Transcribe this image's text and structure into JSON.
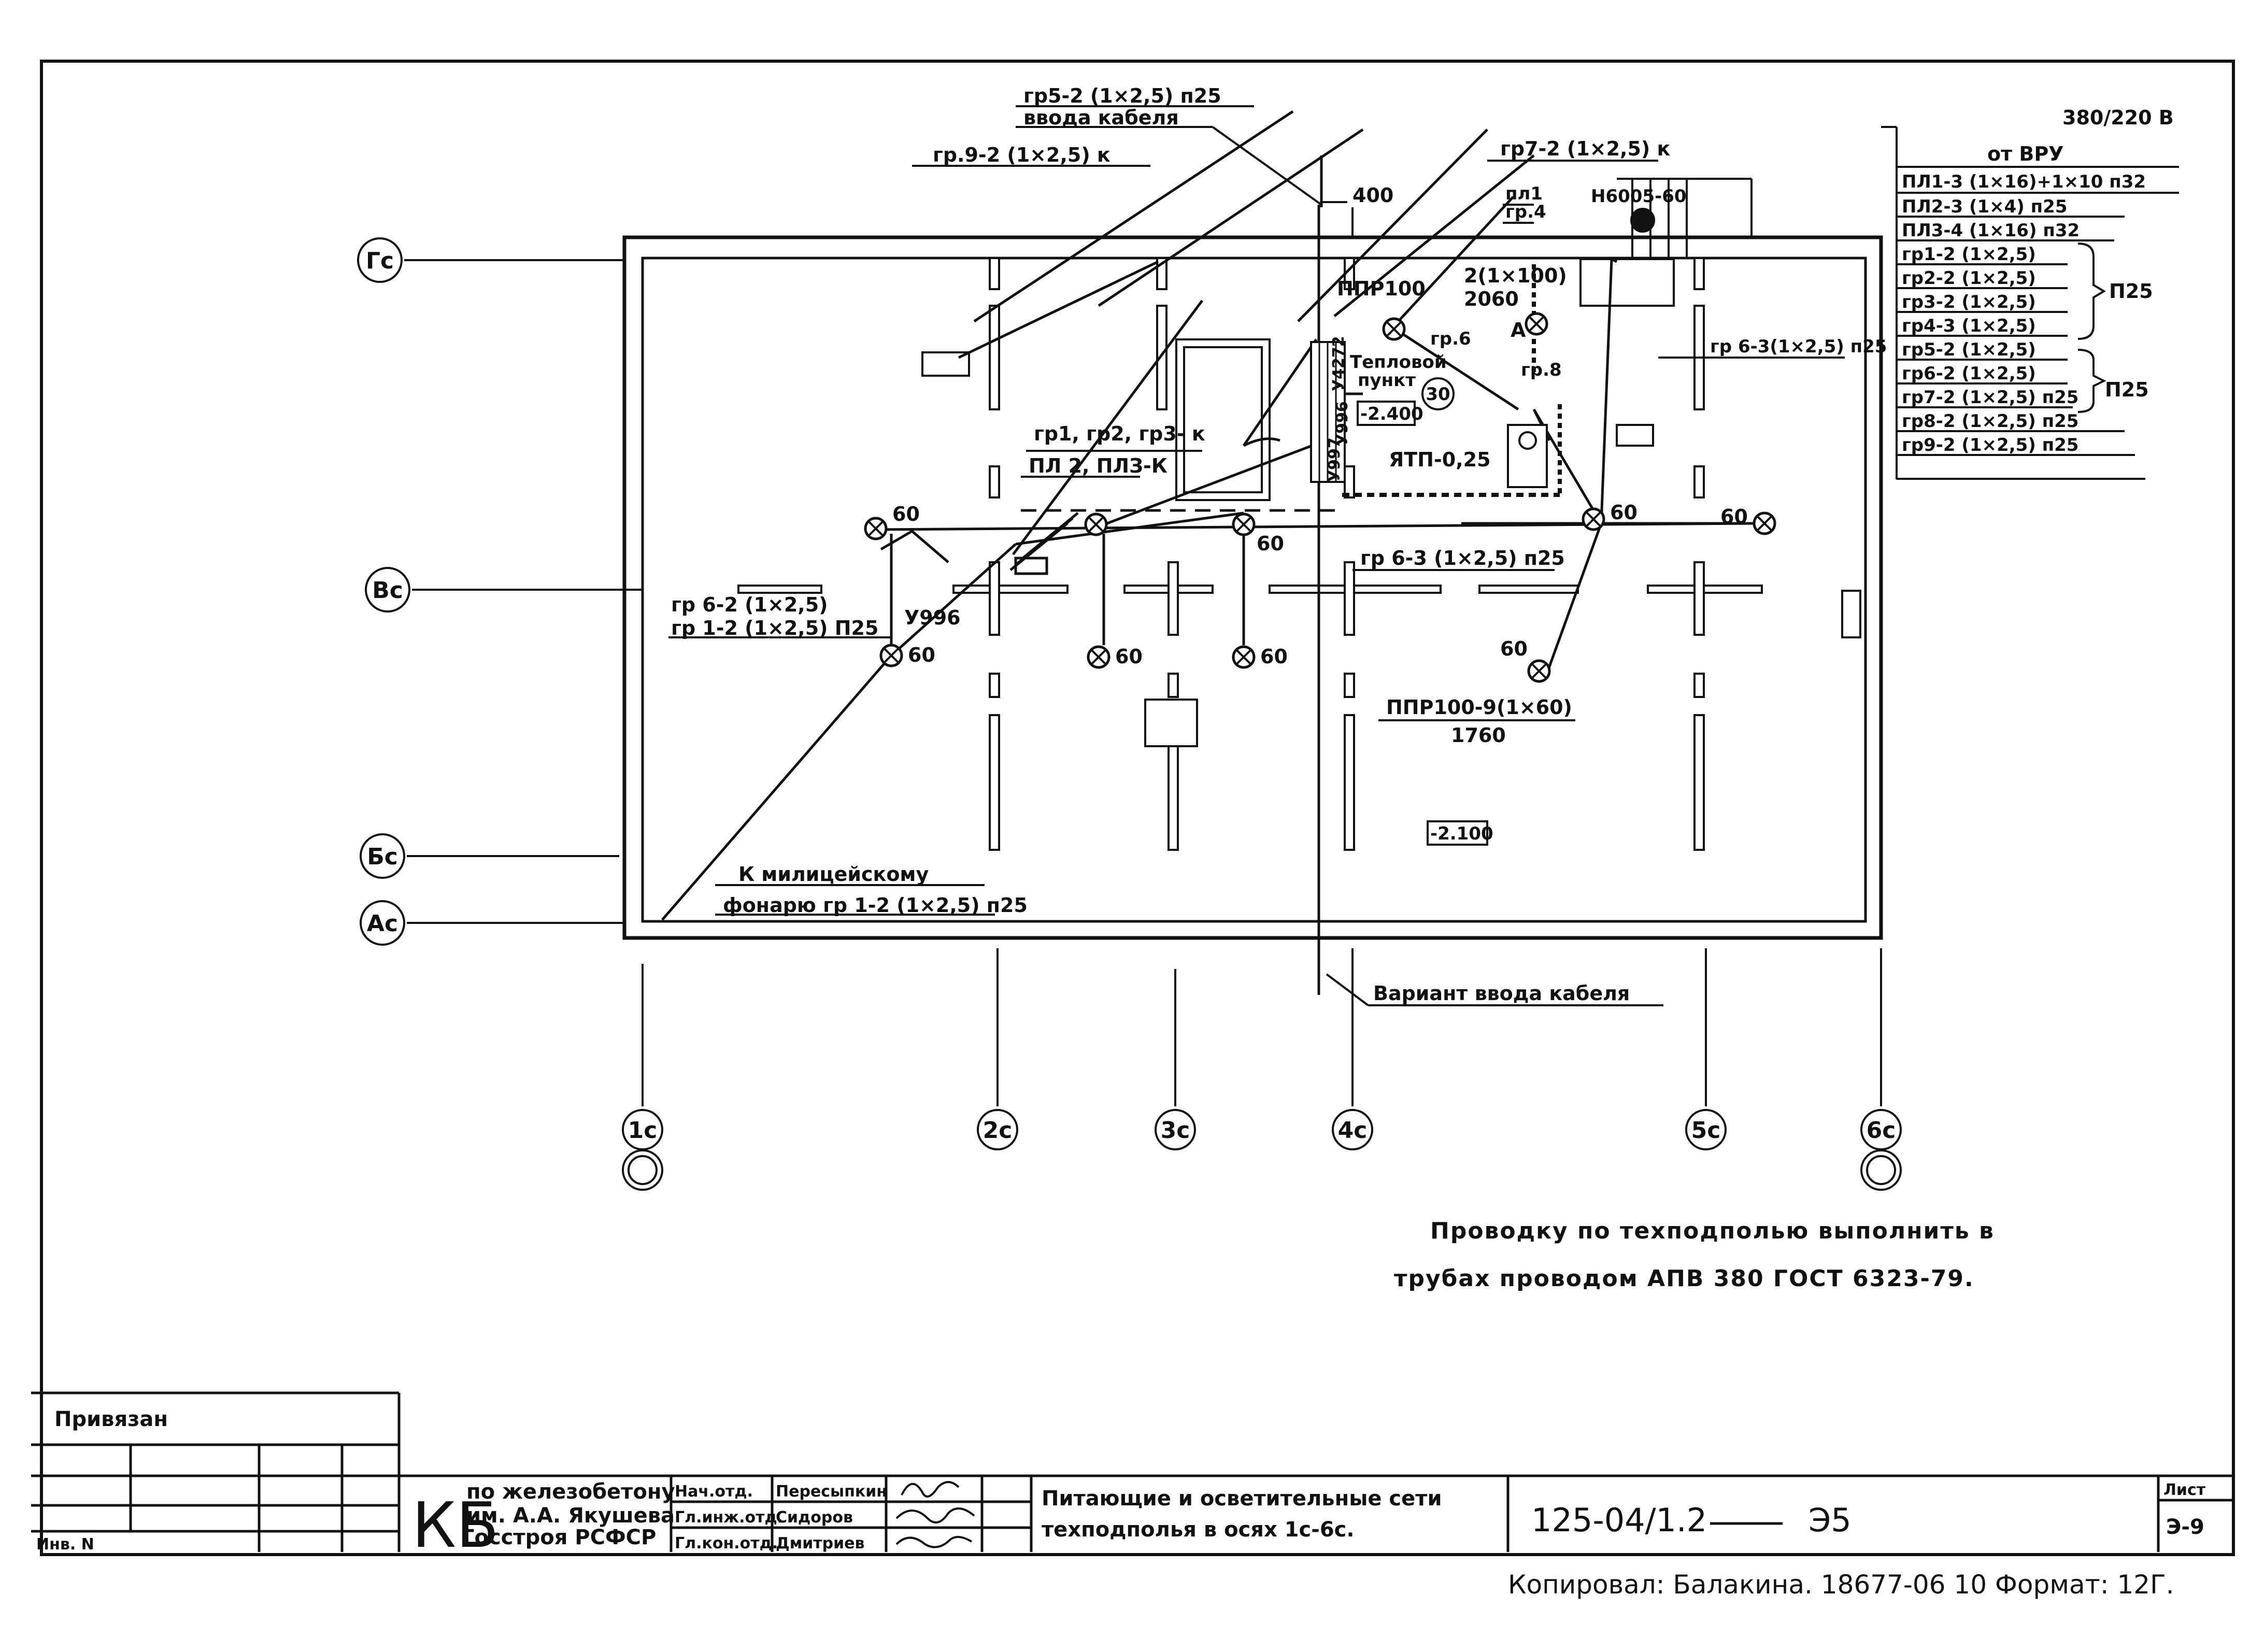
{
  "voltage": "380/220 В",
  "legend": {
    "from_vru": "от ВРУ",
    "rows": [
      "ПЛ1-3 (1×16)+1×10 п32",
      "ПЛ2-3 (1×4) п25",
      "ПЛ3-4 (1×16) п32",
      "гр1-2 (1×2,5)",
      "гр2-2 (1×2,5)",
      "гр3-2 (1×2,5)",
      "гр4-3 (1×2,5)",
      "гр5-2 (1×2,5)",
      "гр6-2 (1×2,5)",
      "гр7-2 (1×2,5) п25",
      "гр8-2 (1×2,5) п25",
      "гр9-2 (1×2,5) п25"
    ],
    "brace_1": "П25",
    "brace_2": "П25"
  },
  "axes_rows": [
    "Гс",
    "Вс",
    "Бс",
    "Ас"
  ],
  "axes_cols": [
    "1с",
    "2с",
    "3с",
    "4с",
    "5с",
    "6с"
  ],
  "labels": {
    "gr5_2": "гр5-2 (1×2,5) п25",
    "cable_input": "ввода кабеля",
    "gr9_2k": "гр.9-2 (1×2,5) к",
    "gr7_2k": "гр7-2 (1×2,5) к",
    "dim_400": "400",
    "pl1": "пл1",
    "gr4": "гр.4",
    "n6005": "Н6005-60",
    "ppr100": "ППР100",
    "ppr_cable": "2(1×100)",
    "ppr_len": "2060",
    "gr6": "гр.6",
    "a_mark": "А",
    "gr8": "гр.8",
    "gr6_3top": "гр 6-3(1×2,5) п25",
    "heat_1": "Тепловой",
    "heat_2": "пункт",
    "heat_num": "30",
    "elev_1": "-2.400",
    "ytp": "ЯТП-0,25",
    "gr123k": "гр1, гр2, гр3- к",
    "pl23k": "ПЛ 2, ПЛЗ-К",
    "u997": "У997",
    "u996a": "У996",
    "u4272": "У4272",
    "lamp_60": "60",
    "gr6_3mid": "гр 6-3 (1×2,5) п25",
    "gr6_2": "гр 6-2 (1×2,5)",
    "gr1_2": "гр 1-2 (1×2,5) П25",
    "u996b": "У996",
    "ppr100_9": "ППР100-9(1×60)",
    "ppr100_9_len": "1760",
    "elev_2": "-2.100",
    "police_1": "К милицейскому",
    "police_2": "фонарю гр 1-2 (1×2,5) п25",
    "variant": "Вариант ввода кабеля"
  },
  "note": {
    "line1": "Проводку по техподполью выполнить в",
    "line2": "трубах проводом АПВ 380 ГОСТ 6323-79."
  },
  "title_block": {
    "privyazan": "Привязан",
    "inv": "Инв. N",
    "kb": "КБ",
    "org_1": "по железобетону",
    "org_2": "им. А.А. Якушева",
    "org_3": "Госстроя РСФСР",
    "role_1": "Нач.отд.",
    "name_1": "Пересыпкин",
    "role_2": "Гл.инж.отд.",
    "name_2": "Сидоров",
    "role_3": "Гл.кон.отд.",
    "name_3": "Дмитриев",
    "title_1": "Питающие и осветительные сети",
    "title_2": "техподполья в осях 1с-6с.",
    "code": "125-04/1.2",
    "sheet_code": "Э5",
    "sheet_label": "Лист",
    "sheet_num": "Э-9",
    "copied": "Копировал: Балакина. 18677-06 10 Формат: 12Г."
  }
}
